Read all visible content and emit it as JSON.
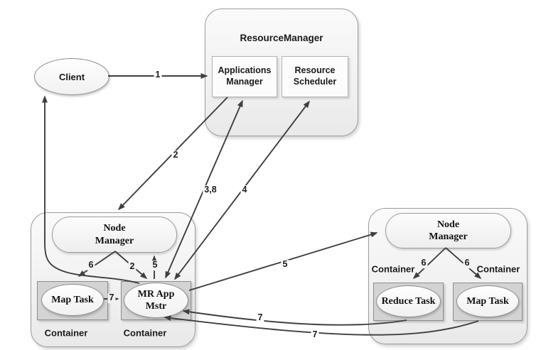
{
  "diagram": {
    "colors": {
      "background": "#ffffff",
      "edge_stroke": "#3f3f3f",
      "group_fill": "#f2f2f2",
      "container_fill": "#d3d3d3"
    },
    "client": {
      "label": "Client"
    },
    "resource_manager": {
      "title": "ResourceManager",
      "applications_manager": "Applications Manager",
      "resource_scheduler": "Resource Scheduler"
    },
    "left_node": {
      "node_manager": "Node Manager",
      "map_task": "Map Task",
      "mr_app_mstr": "MR App Mstr",
      "container_label_1": "Container",
      "container_label_2": "Container"
    },
    "right_node": {
      "node_manager": "Node Manager",
      "reduce_task": "Reduce Task",
      "map_task": "Map Task",
      "container_label_1": "Container",
      "container_label_2": "Container"
    },
    "edge_labels": {
      "client_to_am": "1",
      "am_to_left_nm": "2",
      "mr_to_am": "3,8",
      "mr_to_scheduler": "4",
      "left_nm_to_mr": "2",
      "mr_to_left_nm": "5",
      "left_nm_to_map": "6",
      "map_to_mr": "7",
      "mr_to_right_nm": "5",
      "right_nm_to_reduce": "6",
      "right_nm_to_map": "6",
      "reduce_to_mr": "7",
      "right_map_to_mr": "7"
    }
  }
}
